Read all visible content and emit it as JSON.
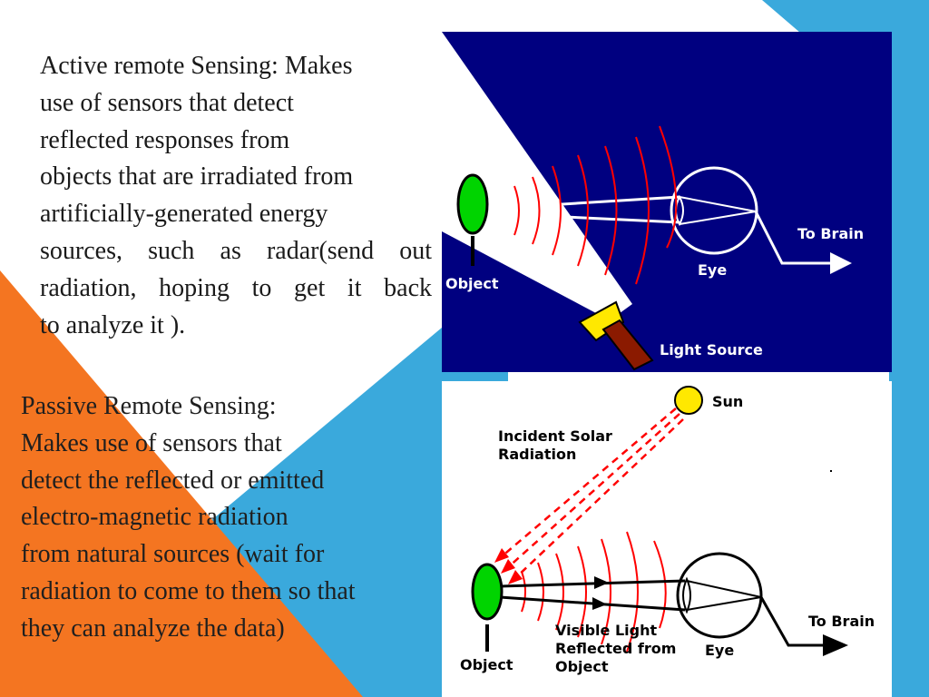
{
  "slide": {
    "colors": {
      "orange": "#f47521",
      "blue": "#3aa9dc",
      "navy_panel": "#000080",
      "object_green": "#00d400",
      "wave_red": "#ff0000",
      "sun_yellow": "#ffe800"
    }
  },
  "active": {
    "lines": [
      "Active remote Sensing: Makes",
      "use of sensors that detect",
      "reflected responses from",
      "objects that are irradiated from",
      "artificially-generated energy",
      "sources, such as radar(send out",
      "radiation, hoping to get it back",
      "to analyze it )."
    ],
    "diagram": {
      "labels": {
        "object": "Object",
        "eye": "Eye",
        "to_brain": "To Brain",
        "light_source": "Light Source"
      }
    }
  },
  "passive": {
    "lines": [
      "Passive Remote Sensing:",
      "Makes use of sensors that",
      "detect the reflected or emitted",
      "electro-magnetic radiation",
      "from natural sources (wait for",
      "radiation to come to them so that",
      "they can analyze the data)"
    ],
    "diagram": {
      "labels": {
        "sun": "Sun",
        "incident_line1": "Incident Solar",
        "incident_line2": "Radiation",
        "to_brain": "To Brain",
        "eye": "Eye",
        "object": "Object",
        "visible_line1": "Visible Light",
        "visible_line2": "Reflected from",
        "visible_line3": "Object"
      }
    }
  }
}
